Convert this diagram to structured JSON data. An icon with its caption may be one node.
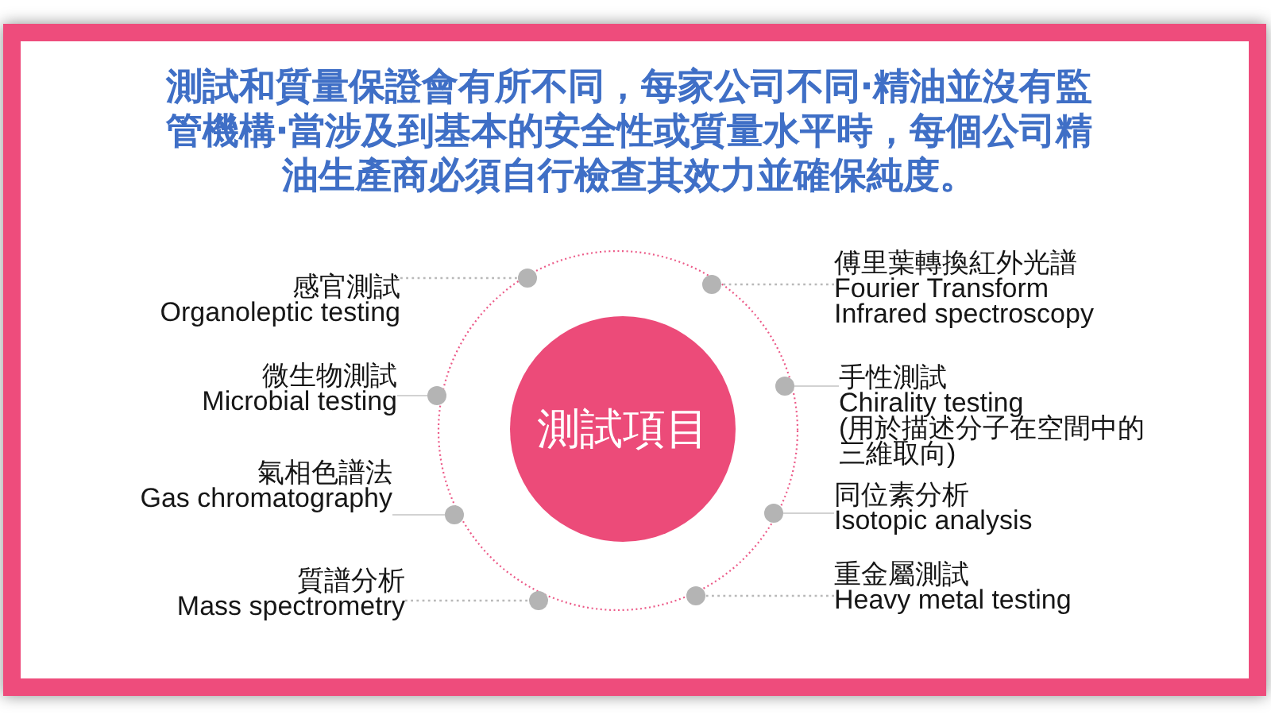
{
  "diagram": {
    "title": "測試和質量保證會有所不同，每家公司不同‧精油並沒有監管機構‧當涉及到基本的安全性或質量水平時，每個公司精油生產商必須自行檢查其效力並確保純度。",
    "nodes": [
      {
        "text": [
          "測試項目"
        ]
      },
      {
        "text": [
          "感官測試",
          "Organoleptic testing"
        ]
      },
      {
        "text": [
          "微生物測試",
          "Microbial testing"
        ]
      },
      {
        "text": [
          "氣相色譜法",
          "Gas chromatography"
        ]
      },
      {
        "text": [
          "質譜分析",
          "Mass spectrometry"
        ]
      },
      {
        "text": [
          "傅里葉轉換紅外光譜",
          "Fourier Transform Infrared spectroscopy"
        ]
      },
      {
        "text": [
          "手性測試",
          "Chirality testing",
          "(用於描述分子在空間中的三維取向)"
        ]
      },
      {
        "text": [
          "同位素分析",
          "Isotopic analysis"
        ]
      },
      {
        "text": [
          "重金屬測試",
          "Heavy metal testing"
        ]
      },
      {
        "text": [],
        "shape": "circle"
      },
      {
        "text": [],
        "shape": "circle"
      },
      {
        "text": [],
        "shape": "circle"
      },
      {
        "text": [],
        "shape": "circle"
      },
      {
        "text": [],
        "shape": "circle"
      },
      {
        "text": [],
        "shape": "circle"
      },
      {
        "text": [],
        "shape": "circle"
      },
      {
        "text": [],
        "shape": "circle"
      }
    ],
    "edges": [
      {
        "from": 1,
        "to": 9,
        "arrow": "none",
        "style": "dashed"
      },
      {
        "from": 2,
        "to": 10,
        "arrow": "none"
      },
      {
        "from": 3,
        "to": 11,
        "arrow": "none"
      },
      {
        "from": 4,
        "to": 12,
        "arrow": "none",
        "style": "dashed"
      },
      {
        "from": 5,
        "to": 13,
        "arrow": "none",
        "style": "dashed"
      },
      {
        "from": 6,
        "to": 14,
        "arrow": "none"
      },
      {
        "from": 7,
        "to": 15,
        "arrow": "none"
      },
      {
        "from": 8,
        "to": 16,
        "arrow": "none",
        "style": "dashed"
      }
    ]
  }
}
